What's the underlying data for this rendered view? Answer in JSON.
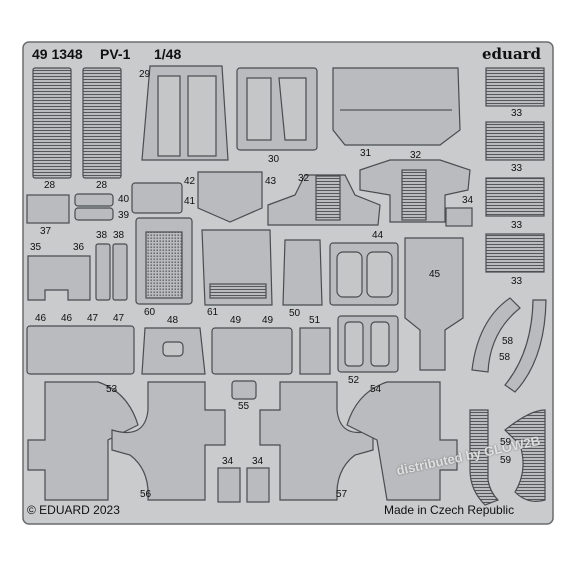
{
  "sheet": {
    "catalog_number": "49 1348",
    "model": "PV-1",
    "scale": "1/48",
    "brand": "eduard",
    "copyright": "© EDUARD 2023",
    "origin": "Made in Czech Republic",
    "watermark": "distributed by GLOW2B",
    "colors": {
      "metal": "#c9cbcd",
      "part": "#b9bbbe",
      "edge": "#4a4c4f",
      "background": "#ffffff"
    }
  },
  "part_numbers": {
    "p28a": "28",
    "p28b": "28",
    "p29": "29",
    "p30": "30",
    "p31": "31",
    "p32a": "32",
    "p32b": "32",
    "p33a": "33",
    "p33b": "33",
    "p33c": "33",
    "p33d": "33",
    "p34a": "34",
    "p34b": "34",
    "p34c": "34",
    "p35": "35",
    "p36": "36",
    "p37": "37",
    "p38a": "38",
    "p38b": "38",
    "p39": "39",
    "p40": "40",
    "p41": "41",
    "p42": "42",
    "p43": "43",
    "p44": "44",
    "p45": "45",
    "p46a": "46",
    "p46b": "46",
    "p47a": "47",
    "p47b": "47",
    "p48": "48",
    "p49a": "49",
    "p49b": "49",
    "p50": "50",
    "p51": "51",
    "p52": "52",
    "p53": "53",
    "p54": "54",
    "p55": "55",
    "p56": "56",
    "p57": "57",
    "p58a": "58",
    "p58b": "58",
    "p59a": "59",
    "p59b": "59",
    "p60": "60",
    "p61": "61"
  }
}
